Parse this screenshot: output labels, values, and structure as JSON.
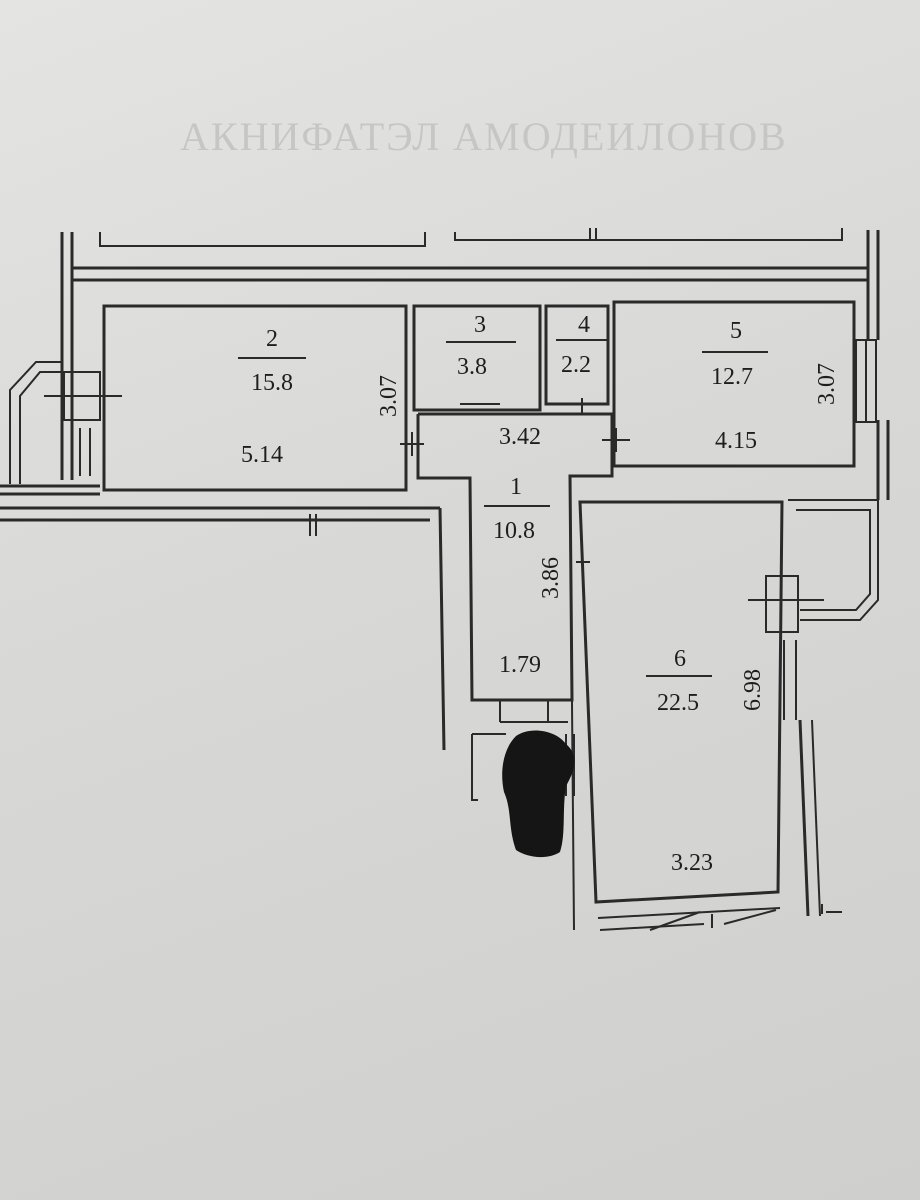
{
  "header_text": "АКНИФАТЭЛ АМОДЕИЛОНОВ",
  "rooms": [
    {
      "number": "1",
      "area": "10.8"
    },
    {
      "number": "2",
      "area": "15.8"
    },
    {
      "number": "3",
      "area": "3.8"
    },
    {
      "number": "4",
      "area": "2.2"
    },
    {
      "number": "5",
      "area": "12.7"
    },
    {
      "number": "6",
      "area": "22.5"
    }
  ],
  "dimensions": {
    "room2_height": "3.07",
    "room2_width": "5.14",
    "room5_height": "3.07",
    "room5_width": "4.15",
    "hall_width": "3.42",
    "corridor_height": "3.86",
    "corridor_width": "1.79",
    "room6_height": "6.98",
    "room6_width": "3.23"
  },
  "colors": {
    "paper": "#dcdcda",
    "ink": "#2a2a2a",
    "redaction": "#151515"
  }
}
